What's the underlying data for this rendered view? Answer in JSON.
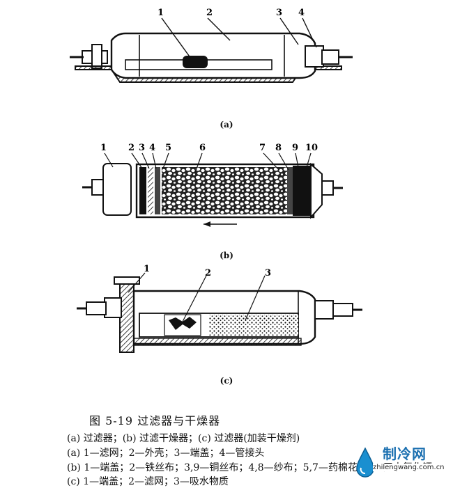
{
  "figure_a": {
    "caption": "(a)",
    "labels": [
      "1",
      "2",
      "3",
      "4"
    ]
  },
  "figure_b": {
    "caption": "(b)",
    "labels": [
      "1",
      "2",
      "3",
      "4",
      "5",
      "6",
      "7",
      "8",
      "9",
      "10"
    ]
  },
  "figure_c": {
    "caption": "(c)",
    "labels": [
      "1",
      "2",
      "3"
    ]
  },
  "figure_title": "图 5-19   过滤器与干燥器",
  "legend": [
    "(a) 过滤器；(b) 过滤干燥器；(c) 过滤器(加装干燥剂)",
    "(a) 1—滤网；2—外壳；3—端盖；4—管接头",
    "(b) 1—端盖；2—铁丝布；3,9—铜丝布；4,8—纱布；5,7—药棉花；6—无水氯化钙",
    "(c) 1—端盖；2—滤网；3—吸水物质"
  ],
  "watermark": {
    "name": "制冷网",
    "url": "zhilengwang.com.cn"
  }
}
